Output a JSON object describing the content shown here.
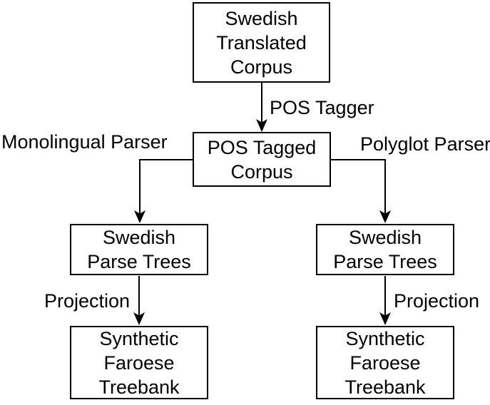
{
  "diagram": {
    "title": "Faroese treebank projection pipeline",
    "colors": {
      "background": "#ffffff",
      "stroke": "#000000",
      "text": "#000000"
    },
    "nodes": {
      "swedish_translated_corpus": {
        "lines": [
          "Swedish",
          "Translated",
          "Corpus"
        ]
      },
      "pos_tagged_corpus": {
        "lines": [
          "POS Tagged",
          "Corpus"
        ]
      },
      "parse_trees_left": {
        "lines": [
          "Swedish",
          "Parse Trees"
        ]
      },
      "parse_trees_right": {
        "lines": [
          "Swedish",
          "Parse Trees"
        ]
      },
      "synthetic_treebank_left": {
        "lines": [
          "Synthetic",
          "Faroese",
          "Treebank"
        ]
      },
      "synthetic_treebank_right": {
        "lines": [
          "Synthetic",
          "Faroese",
          "Treebank"
        ]
      }
    },
    "edge_labels": {
      "pos_tagger": "POS Tagger",
      "monolingual_parser": "Monolingual Parser",
      "polyglot_parser": "Polyglot Parser",
      "projection_left": "Projection",
      "projection_right": "Projection"
    }
  }
}
